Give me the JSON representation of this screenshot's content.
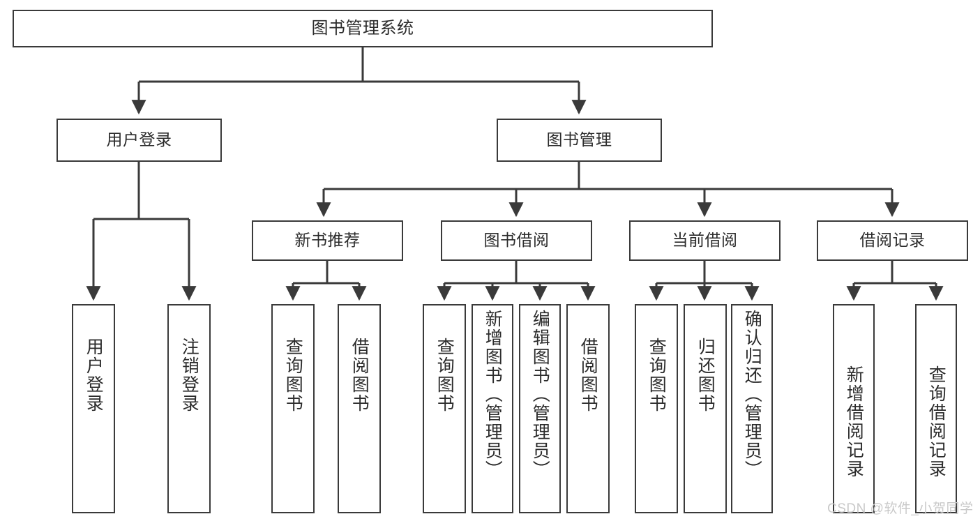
{
  "diagram": {
    "type": "hierarchy-tree",
    "title": "图书管理系统",
    "watermark": "CSDN @软件_小贺同学",
    "colors": {
      "stroke": "#3a3a3a",
      "fill": "#ffffff",
      "text": "#2b2b2b",
      "watermark": "#c9c9c9"
    },
    "levels": {
      "root": [
        "图书管理系统"
      ],
      "level2": [
        "用户登录",
        "图书管理"
      ],
      "level3": [
        "新书推荐",
        "图书借阅",
        "当前借阅",
        "借阅记录"
      ],
      "leaves": [
        "用户登录",
        "注销登录",
        "查询图书",
        "借阅图书",
        "查询图书",
        "新增图书（管理员）",
        "编辑图书（管理员）",
        "借阅图书",
        "查询图书",
        "归还图书",
        "确认归还（管理员）",
        "新增借阅记录",
        "查询借阅记录"
      ]
    },
    "nodes": {
      "root": {
        "label": "图书管理系统"
      },
      "user_login": {
        "label": "用户登录"
      },
      "book_mgmt": {
        "label": "图书管理"
      },
      "new_book_rec": {
        "label": "新书推荐"
      },
      "book_borrow": {
        "label": "图书借阅"
      },
      "current_borrow": {
        "label": "当前借阅"
      },
      "borrow_record": {
        "label": "借阅记录"
      },
      "leaf_user_login": {
        "label": "用户登录"
      },
      "leaf_logout": {
        "label": "注销登录"
      },
      "leaf_query_book_a": {
        "label": "查询图书"
      },
      "leaf_borrow_book_a": {
        "label": "借阅图书"
      },
      "leaf_query_book_b": {
        "label": "查询图书"
      },
      "leaf_add_book": {
        "label": "新增图书（管理员）"
      },
      "leaf_edit_book": {
        "label": "编辑图书（管理员）"
      },
      "leaf_borrow_book_b": {
        "label": "借阅图书"
      },
      "leaf_query_book_c": {
        "label": "查询图书"
      },
      "leaf_return_book": {
        "label": "归还图书"
      },
      "leaf_confirm_return": {
        "label": "确认归还（管理员）"
      },
      "leaf_add_record": {
        "label": "新增借阅记录"
      },
      "leaf_query_record": {
        "label": "查询借阅记录"
      }
    }
  }
}
